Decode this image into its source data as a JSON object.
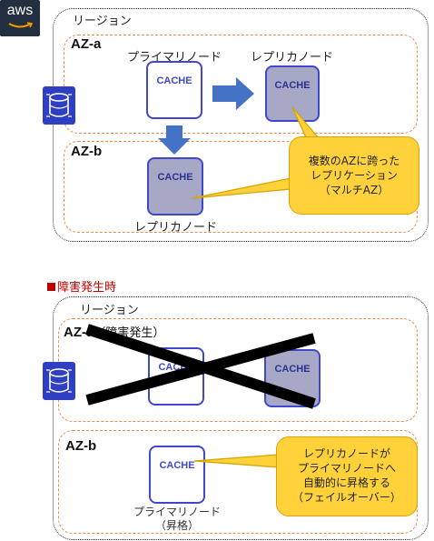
{
  "logo": {
    "text": "aws"
  },
  "section_failure": {
    "title": "障害発生時"
  },
  "top": {
    "region_label": "リージョン",
    "az_a_label": "AZ-a",
    "az_b_label": "AZ-b",
    "primary_label": "プライマリノード",
    "replica_label_a": "レプリカノード",
    "replica_label_b": "レプリカノード",
    "node_text": "CACHE",
    "callout_lines": [
      "複数のAZに跨った",
      "レプリケーション",
      "（マルチAZ）"
    ]
  },
  "bottom": {
    "region_label": "リージョン",
    "az_a_label": "AZ-a",
    "az_a_suffix": "（障害発生）",
    "az_b_label": "AZ-b",
    "node_text": "CACHE",
    "promoted_label_lines": [
      "プライマリノード",
      "（昇格）"
    ],
    "callout_lines": [
      "レプリカノードが",
      "プライマリノードへ",
      "自動的に昇格する",
      "（フェイルオーバー）"
    ]
  },
  "colors": {
    "az_border": "#f08a4b",
    "node_border": "#3f48cc",
    "callout": "#ffd23c",
    "arrow": "#4472c4",
    "alert": "#c00000"
  }
}
